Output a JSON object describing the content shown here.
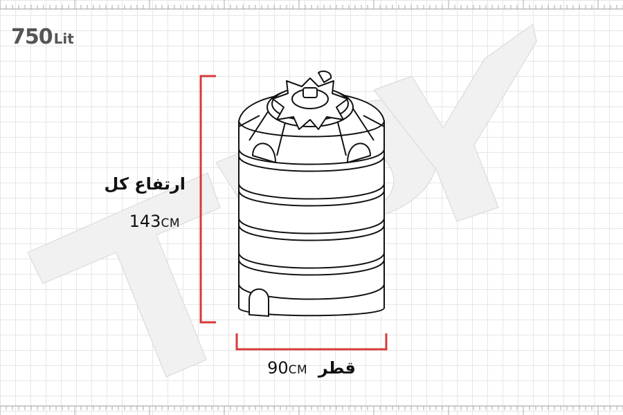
{
  "capacity": {
    "value": "750",
    "unit": "Lit"
  },
  "height": {
    "label": "ارتفاع کل",
    "value": "143",
    "unit": "CM"
  },
  "diameter": {
    "label": "قطر",
    "value": "90",
    "unit": "CM"
  },
  "colors": {
    "dimension_line": "#d63a3a",
    "tank_stroke": "#111111",
    "grid": "#e6e6e6",
    "watermark": "#efefef"
  },
  "icons": {
    "tank": "water-tank-icon",
    "watermark": "tpy-logo-watermark"
  }
}
